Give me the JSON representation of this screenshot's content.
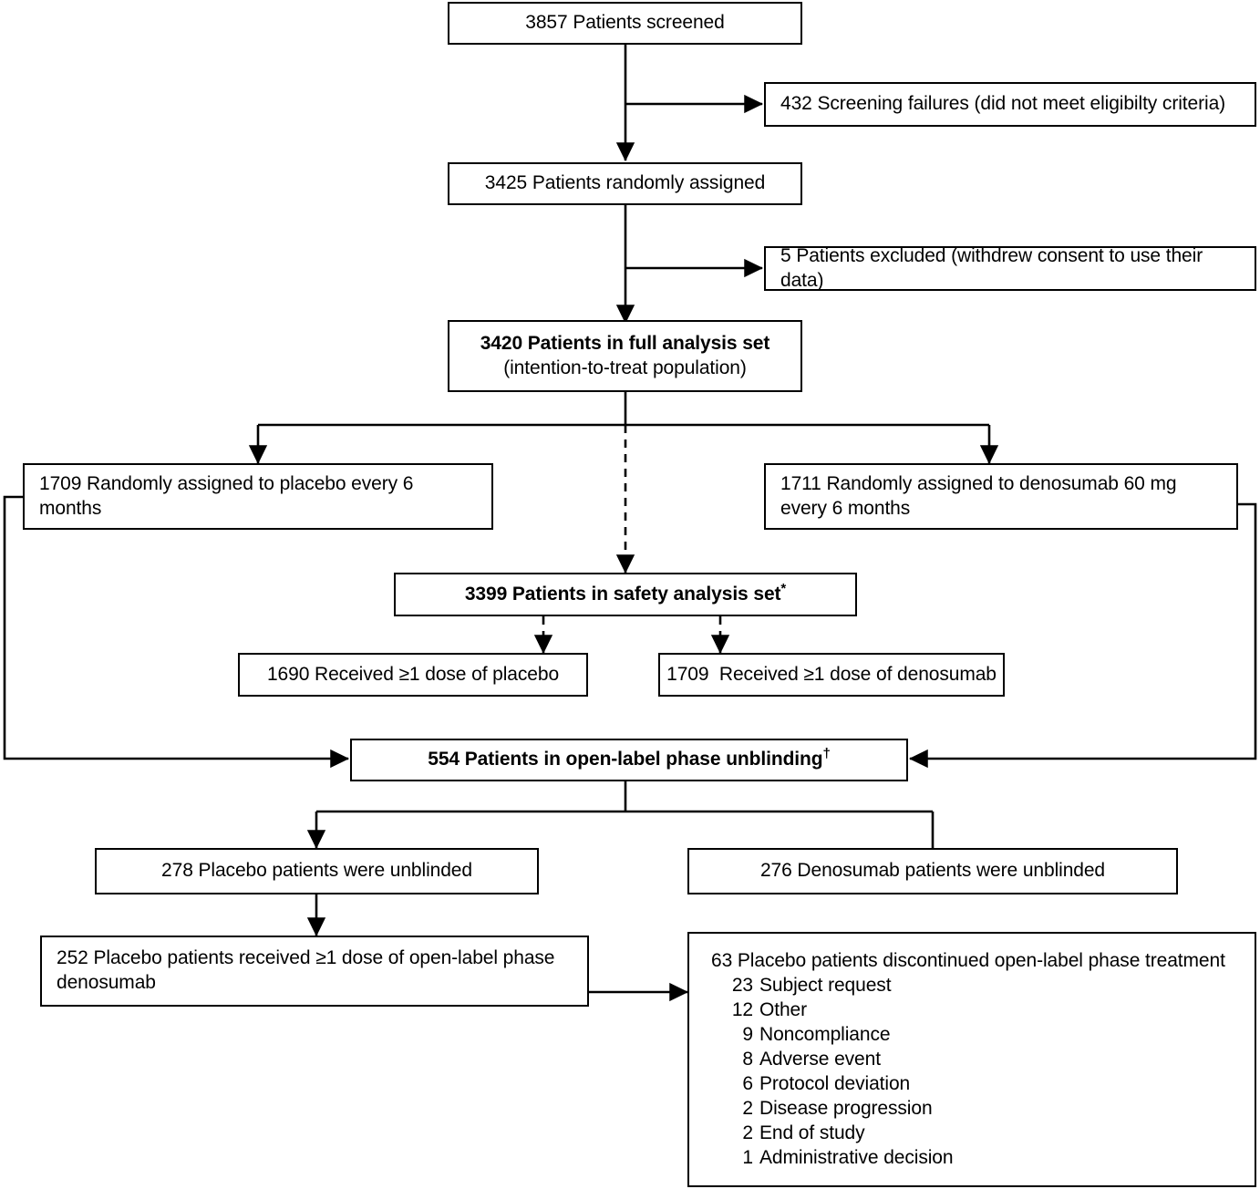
{
  "diagram": {
    "title": "CONSORT patient flow diagram",
    "type": "flowchart",
    "line_color": "#000000",
    "box_border_color": "#000000",
    "background_color": "#ffffff"
  },
  "nodes": {
    "screened": {
      "text": "3857 Patients screened"
    },
    "screening_failures": {
      "text": "432 Screening failures  (did not meet eligibilty criteria)"
    },
    "randomized": {
      "text": "3425 Patients randomly assigned"
    },
    "excluded": {
      "text": "5 Patients excluded (withdrew consent to use their data)"
    },
    "full_analysis": {
      "line1": "3420 Patients in full analysis set",
      "line2": "(intention-to-treat population)"
    },
    "placebo_assigned": {
      "text": "1709 Randomly assigned to placebo every 6 months"
    },
    "denosumab_assigned": {
      "text": "1711 Randomly assigned to denosumab 60 mg every 6 months"
    },
    "safety_analysis": {
      "text": "3399 Patients in safety analysis set",
      "footnote_marker": "*"
    },
    "placebo_dose": {
      "text": "1690 Received ≥1 dose of placebo"
    },
    "denosumab_dose": {
      "text": "1709  Received ≥1 dose of denosumab"
    },
    "open_label_unblinding": {
      "text": "554 Patients in open-label phase unblinding",
      "footnote_marker": "†"
    },
    "placebo_unblinded": {
      "text": "278 Placebo patients were unblinded"
    },
    "denosumab_unblinded": {
      "text": "276 Denosumab patients were unblinded"
    },
    "placebo_open_label_dose": {
      "line1": "252 Placebo patients received ≥1 dose of open-label phase",
      "line2": "denosumab"
    },
    "discontinued": {
      "heading": "63 Placebo patients discontinued open-label phase treatment",
      "reasons": [
        {
          "count": "23",
          "label": "Subject request"
        },
        {
          "count": "12",
          "label": "Other"
        },
        {
          "count": "9",
          "label": "Noncompliance"
        },
        {
          "count": "8",
          "label": "Adverse event"
        },
        {
          "count": "6",
          "label": "Protocol deviation"
        },
        {
          "count": "2",
          "label": "Disease progression"
        },
        {
          "count": "2",
          "label": "End of study"
        },
        {
          "count": "1",
          "label": "Administrative decision"
        }
      ]
    }
  }
}
